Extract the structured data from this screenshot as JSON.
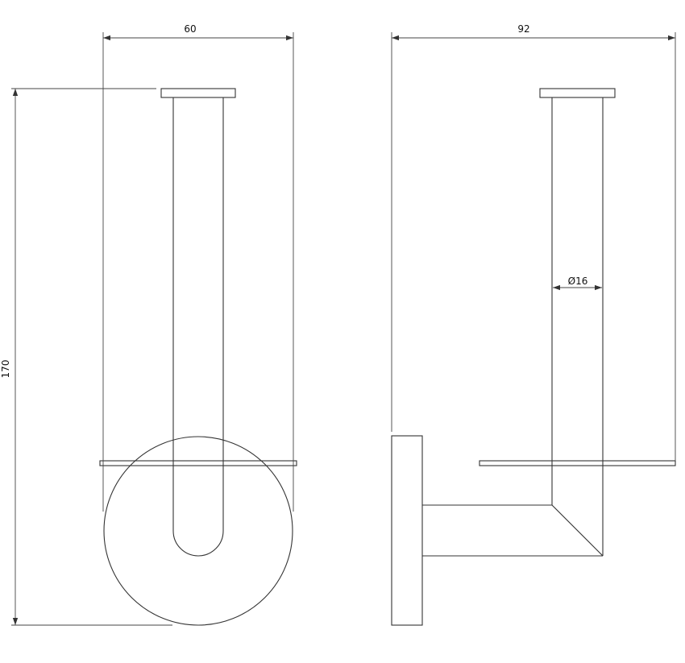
{
  "front_view": {
    "width_label": "60",
    "height_label": "170"
  },
  "side_view": {
    "depth_label": "92",
    "diameter_label": "Ø16"
  },
  "colors": {
    "line": "#333333",
    "background": "#ffffff"
  }
}
